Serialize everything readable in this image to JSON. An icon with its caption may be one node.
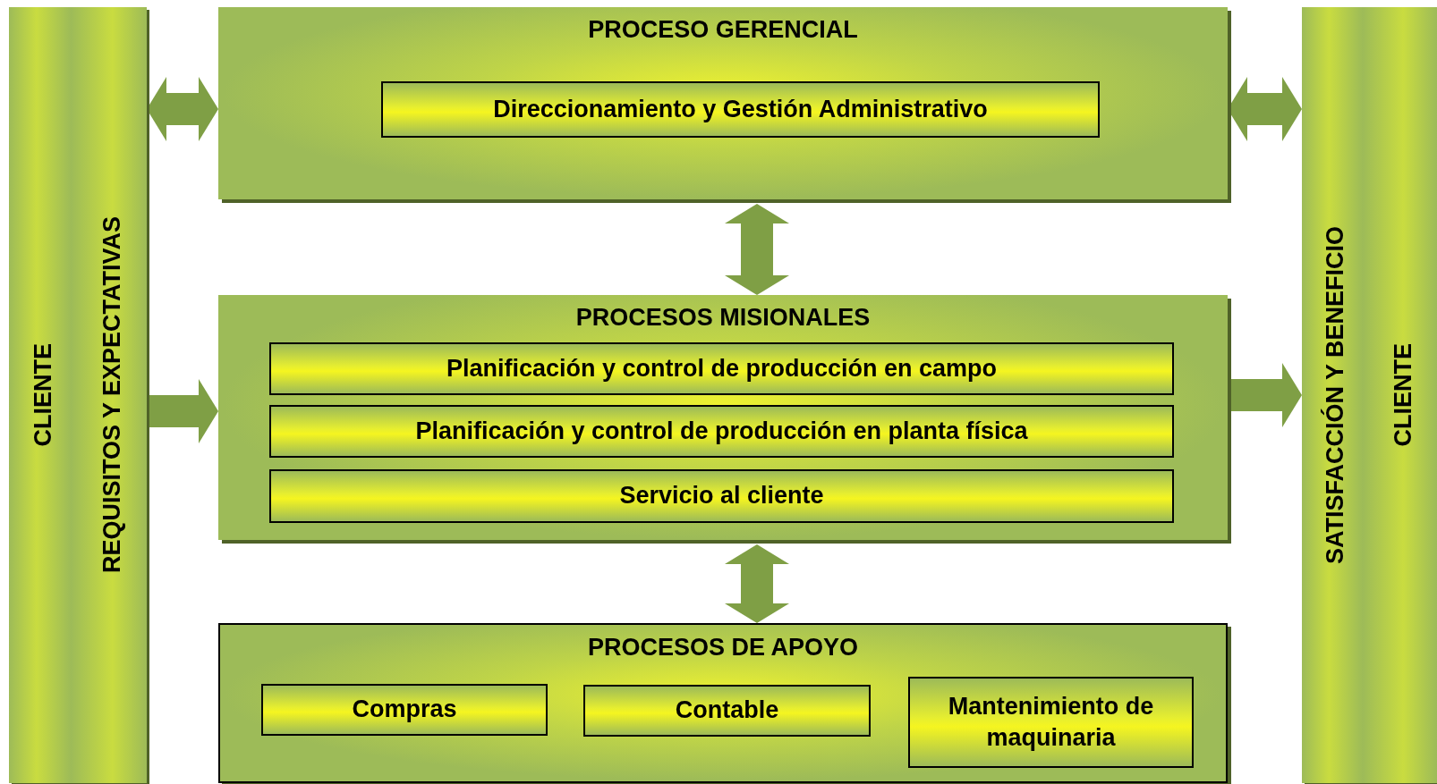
{
  "diagram": {
    "nodes": [
      {
        "text": [
          "CLIENTE",
          "REQUISITOS Y EXPECTATIVAS"
        ]
      },
      {
        "text": [
          "PROCESO GERENCIAL"
        ]
      },
      {
        "text": [
          "Direccionamiento y Gestión Administrativo"
        ],
        "in": 1
      },
      {
        "text": [
          "PROCESOS MISIONALES"
        ]
      },
      {
        "text": [
          "Planificación y control de producción en campo"
        ],
        "in": 3
      },
      {
        "text": [
          "Planificación y control de producción en planta física"
        ],
        "in": 3
      },
      {
        "text": [
          "Servicio al cliente"
        ],
        "in": 3
      },
      {
        "text": [
          "PROCESOS DE APOYO"
        ]
      },
      {
        "text": [
          "Compras"
        ],
        "in": 7
      },
      {
        "text": [
          "Contable"
        ],
        "in": 7
      },
      {
        "text": [
          "Mantenimiento de maquinaria"
        ],
        "in": 7
      },
      {
        "text": [
          "SATISFACCIÓN Y BENEFICIO",
          "CLIENTE"
        ]
      }
    ],
    "edges": [
      {
        "from": 0,
        "to": 1,
        "arrow": "both"
      },
      {
        "from": 1,
        "to": 11,
        "arrow": "both"
      },
      {
        "from": 1,
        "to": 3,
        "arrow": "both"
      },
      {
        "from": 0,
        "to": 3,
        "arrow": "to"
      },
      {
        "from": 3,
        "to": 11,
        "arrow": "to"
      },
      {
        "from": 3,
        "to": 7,
        "arrow": "both"
      }
    ]
  }
}
